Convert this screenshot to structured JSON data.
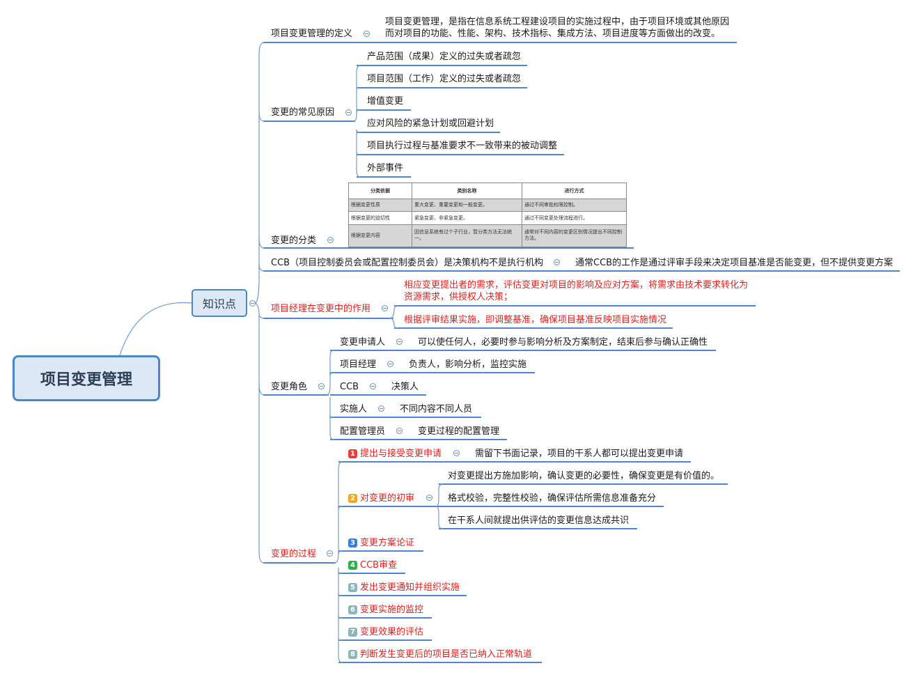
{
  "root": "项目变更管理",
  "hub": "知识点",
  "branches": {
    "definition": {
      "label": "项目变更管理的定义",
      "text": "项目变更管理，是指在信息系统工程建设项目的实施过程中，由于项目环境或其他原因而对项目的功能、性能、架构、技术指标、集成方法、项目进度等方面做出的改变。"
    },
    "causes": {
      "label": "变更的常见原因",
      "items": [
        "产品范围（成果）定义的过失或者疏忽",
        "项目范围（工作）定义的过失或者疏忽",
        "增值变更",
        "应对风险的紧急计划或回避计划",
        "项目执行过程与基准要求不一致带来的被动调整",
        "外部事件"
      ]
    },
    "classification": {
      "label": "变更的分类",
      "table": {
        "headers": [
          "分类依据",
          "类别名称",
          "进行方式"
        ],
        "rows": [
          [
            "根据变更性质",
            "重大变更、重要变更和一般变更。",
            "通过不同审批权限控制。"
          ],
          [
            "根据变更的迫切性",
            "紧急变更、非紧急变更。",
            "通过不同变更处理流程进行。"
          ],
          [
            "根据变更内容",
            "因信息系统有过个子行业，暂分类方法无法统一。",
            "通常对不同内容的变更区别情况提出不同控制方法。"
          ]
        ]
      }
    },
    "ccb": {
      "label": "CCB（项目控制委员会或配置控制委员会）是决策机构不是执行机构",
      "note": "通常CCB的工作是通过评审手段来决定项目基准是否能变更，但不提供变更方案"
    },
    "pm_role": {
      "label": "项目经理在变更中的作用",
      "items": [
        "相应变更提出者的需求，评估变更对项目的影响及应对方案，将需求由技术要求转化为资源需求，供授权人决策；",
        "根据评审结果实施，即调整基准，确保项目基准反映项目实施情况"
      ]
    },
    "roles": {
      "label": "变更角色",
      "items": [
        {
          "name": "变更申请人",
          "desc": "可以使任何人，必要时参与影响分析及方案制定，结束后参与确认正确性"
        },
        {
          "name": "项目经理",
          "desc": "负责人，影响分析，监控实施"
        },
        {
          "name": "CCB",
          "desc": "决策人"
        },
        {
          "name": "实施人",
          "desc": "不同内容不同人员"
        },
        {
          "name": "配置管理员",
          "desc": "变更过程的配置管理"
        }
      ]
    },
    "process": {
      "label": "变更的过程",
      "steps": [
        {
          "n": "1",
          "label": "提出与接受变更申请",
          "color": "#e5413a",
          "notes": [
            "需留下书面记录，项目的干系人都可以提出变更申请"
          ]
        },
        {
          "n": "2",
          "label": "对变更的初审",
          "color": "#f2a81d",
          "notes": [
            "对变更提出方施加影响，确认变更的必要性，确保变更是有价值的。",
            "格式校验，完整性校验，确保评估所需信息准备充分",
            "在干系人间就提出供评估的变更信息达成共识"
          ]
        },
        {
          "n": "3",
          "label": "变更方案论证",
          "color": "#3b7fe0",
          "notes": []
        },
        {
          "n": "4",
          "label": "CCB审查",
          "color": "#2eb04a",
          "notes": []
        },
        {
          "n": "5",
          "label": "发出变更通知并组织实施",
          "color": "#8fb5b8",
          "notes": []
        },
        {
          "n": "6",
          "label": "变更实施的监控",
          "color": "#8fb5b8",
          "notes": []
        },
        {
          "n": "7",
          "label": "变更效果的评估",
          "color": "#8fb5b8",
          "notes": []
        },
        {
          "n": "8",
          "label": "判断发生变更后的项目是否已纳入正常轨道",
          "color": "#8fb5b8",
          "notes": []
        }
      ]
    }
  }
}
